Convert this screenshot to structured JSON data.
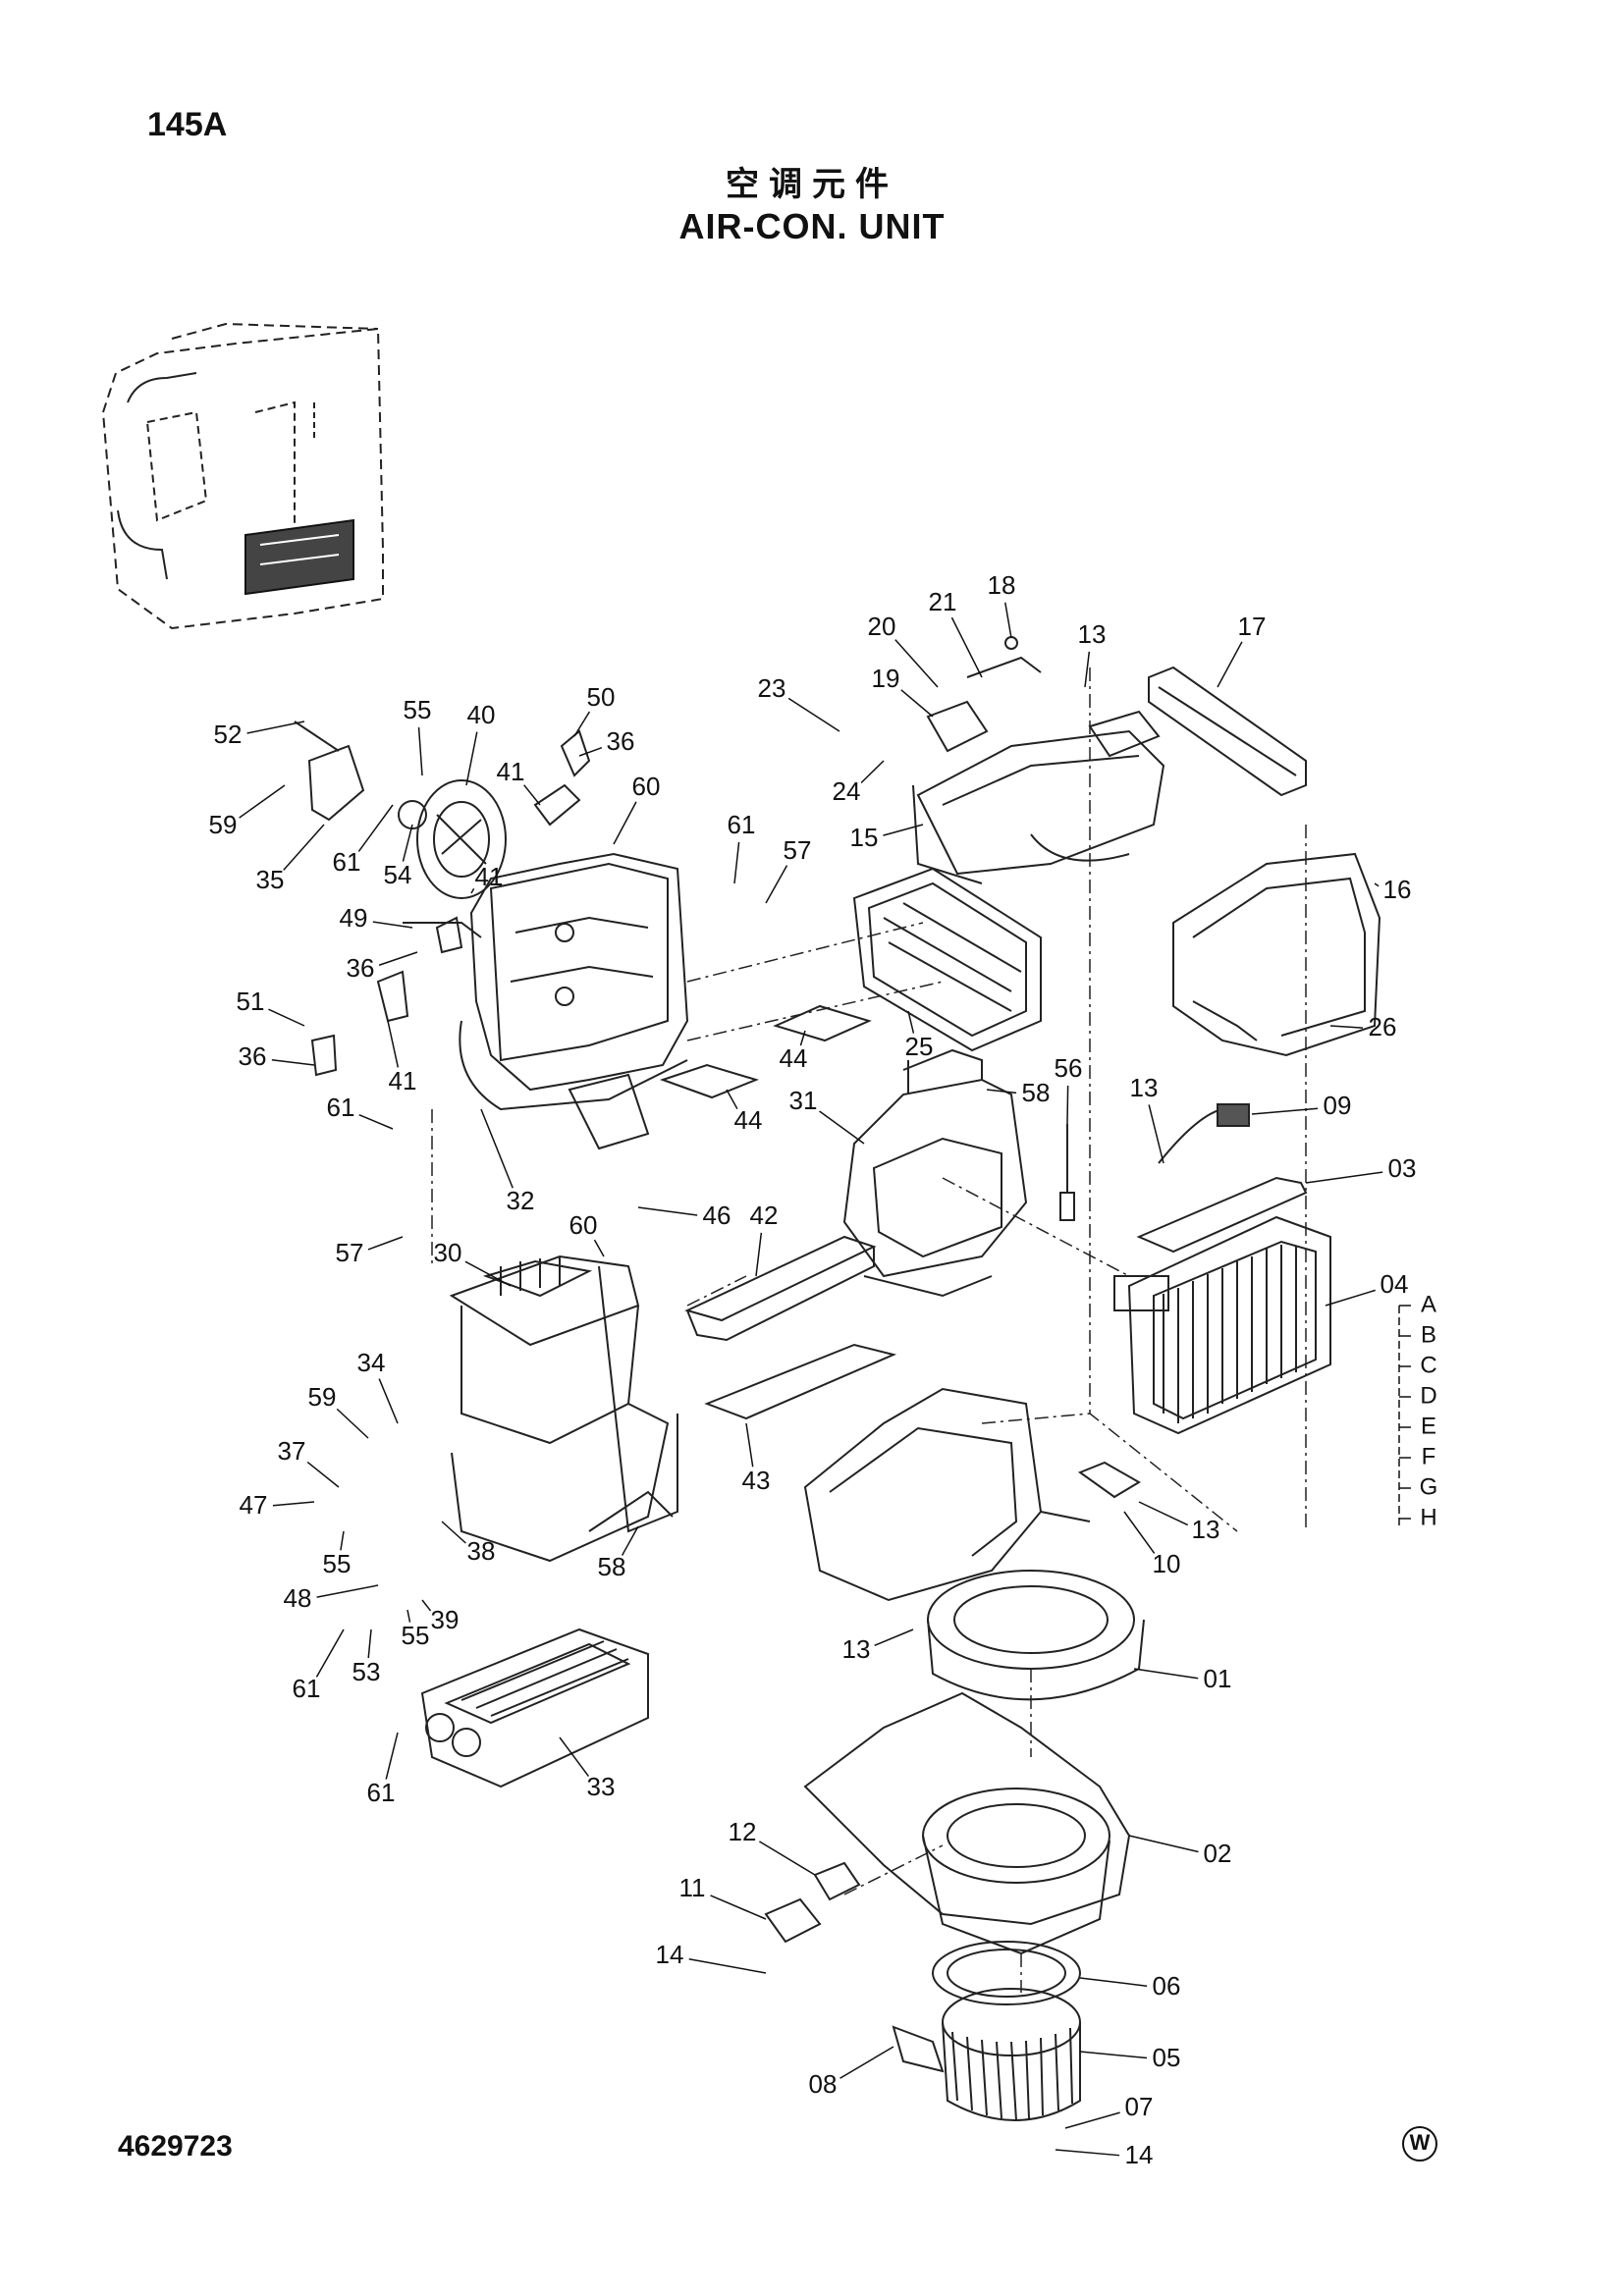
{
  "page_code": "145A",
  "title_cn": "空调元件",
  "title_en": "AIR-CON. UNIT",
  "drawing_number": "4629723",
  "watermark_symbol": "W",
  "part_callouts": [
    "01",
    "02",
    "03",
    "04",
    "05",
    "06",
    "07",
    "08",
    "09",
    "10",
    "11",
    "12",
    "13",
    "14",
    "15",
    "16",
    "17",
    "18",
    "19",
    "20",
    "21",
    "23",
    "24",
    "25",
    "26",
    "30",
    "31",
    "32",
    "33",
    "34",
    "35",
    "36",
    "37",
    "38",
    "39",
    "40",
    "41",
    "42",
    "43",
    "44",
    "46",
    "47",
    "48",
    "49",
    "50",
    "51",
    "52",
    "53",
    "54",
    "55",
    "56",
    "57",
    "58",
    "59",
    "60",
    "61"
  ],
  "variant_letters": [
    "A",
    "B",
    "C",
    "D",
    "E",
    "F",
    "G",
    "H"
  ]
}
